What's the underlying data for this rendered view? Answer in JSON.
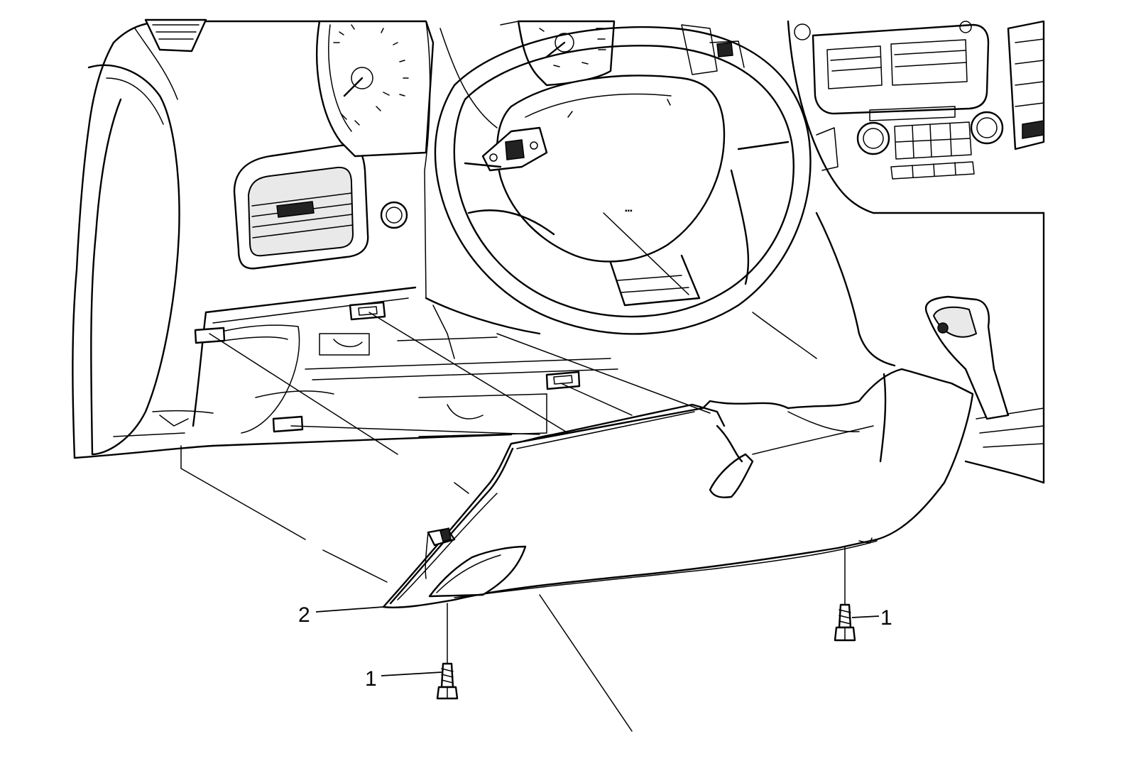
{
  "callouts": [
    {
      "id": "fastener-left",
      "label": "1"
    },
    {
      "id": "fastener-right",
      "label": "1"
    },
    {
      "id": "trim-panel",
      "label": "2"
    }
  ]
}
